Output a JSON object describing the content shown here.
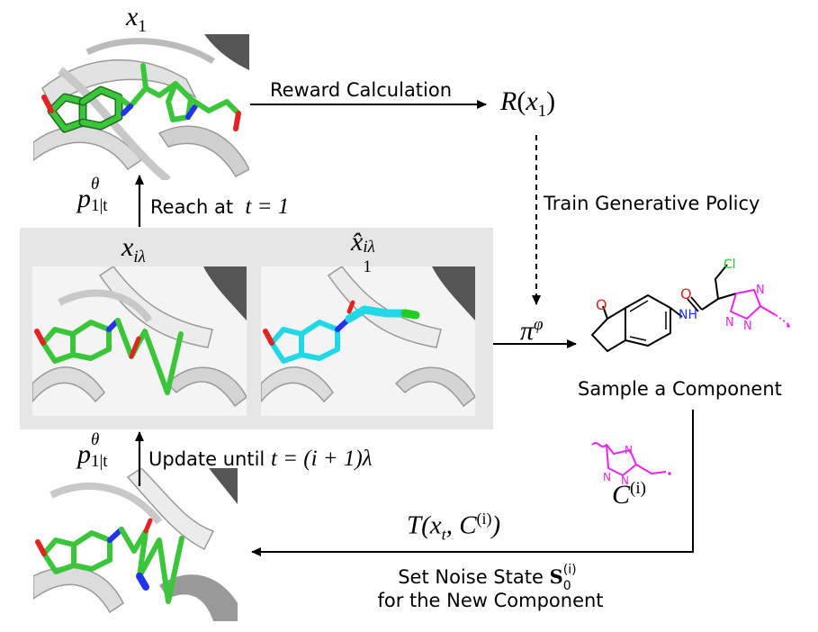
{
  "diagram": {
    "states": {
      "x1": {
        "symbol": "x",
        "sub": "1"
      },
      "x_il": {
        "symbol": "x",
        "sub": "iλ"
      },
      "xhat": {
        "symbol": "x̂",
        "sub": "1",
        "sup": "iλ"
      }
    },
    "edges": {
      "reward": {
        "label": "Reward Calculation",
        "target_fn": "R",
        "target_arg": "x",
        "target_arg_sub": "1"
      },
      "train": {
        "label": "Train Generative Policy"
      },
      "policy": {
        "symbol": "π",
        "sup": "φ"
      },
      "reach": {
        "prob_symbol": "p",
        "prob_sup": "θ",
        "prob_sub": "1|t",
        "label": "Reach at",
        "cond": "t = 1"
      },
      "update": {
        "prob_symbol": "p",
        "prob_sup": "θ",
        "prob_sub": "1|t",
        "label": "Update until",
        "cond": "t = (i + 1)λ"
      },
      "transform": {
        "fn": "T",
        "args": "(x",
        "args_sub": "t",
        "args_mid": ", C",
        "args_sup": "(i)",
        "args_end": ")"
      },
      "noise": {
        "line1": "Set Noise State",
        "sym": "S",
        "sub": "0",
        "sup": "(i)",
        "line2": "for the New Component"
      }
    },
    "component": {
      "label": "Sample a Component",
      "symbol": "C",
      "sup": "(i)",
      "atoms": {
        "o": "O",
        "nh": "NH",
        "cl": "Cl",
        "n1": "N",
        "n2": "N",
        "n3": "N"
      }
    },
    "colors": {
      "carbon_green": "#3ac53a",
      "carbon_cyan": "#23d8e6",
      "nitrogen": "#2233ee",
      "oxygen": "#e32222",
      "chlorine": "#22cc22",
      "fragment": "#ee22ee",
      "panel_gray": "#e6e6e6",
      "ribbon": "#d8d8d8"
    }
  }
}
